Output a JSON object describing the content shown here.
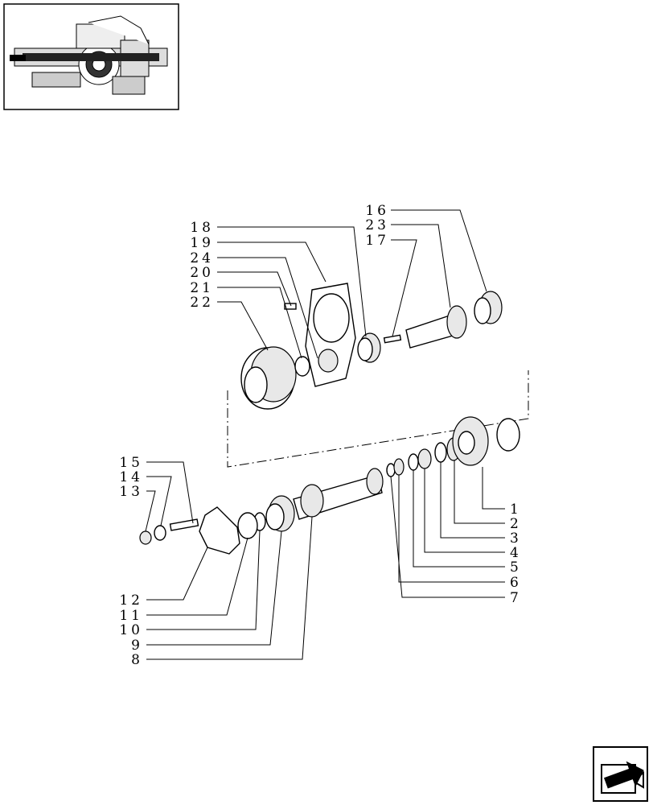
{
  "callouts_right": [
    "1",
    "2",
    "3",
    "4",
    "5",
    "6",
    "7"
  ],
  "callouts_left_bottom": [
    "12",
    "11",
    "10",
    "9",
    "8"
  ],
  "callouts_left_mid": [
    "15",
    "14",
    "13"
  ],
  "callouts_top_left": [
    "18",
    "19",
    "24",
    "20",
    "21",
    "22"
  ],
  "callouts_top_right": [
    "16",
    "23",
    "17"
  ],
  "icons": {
    "overview": "tractor-transmission-overview-icon",
    "next": "next-page-arrow-icon"
  }
}
